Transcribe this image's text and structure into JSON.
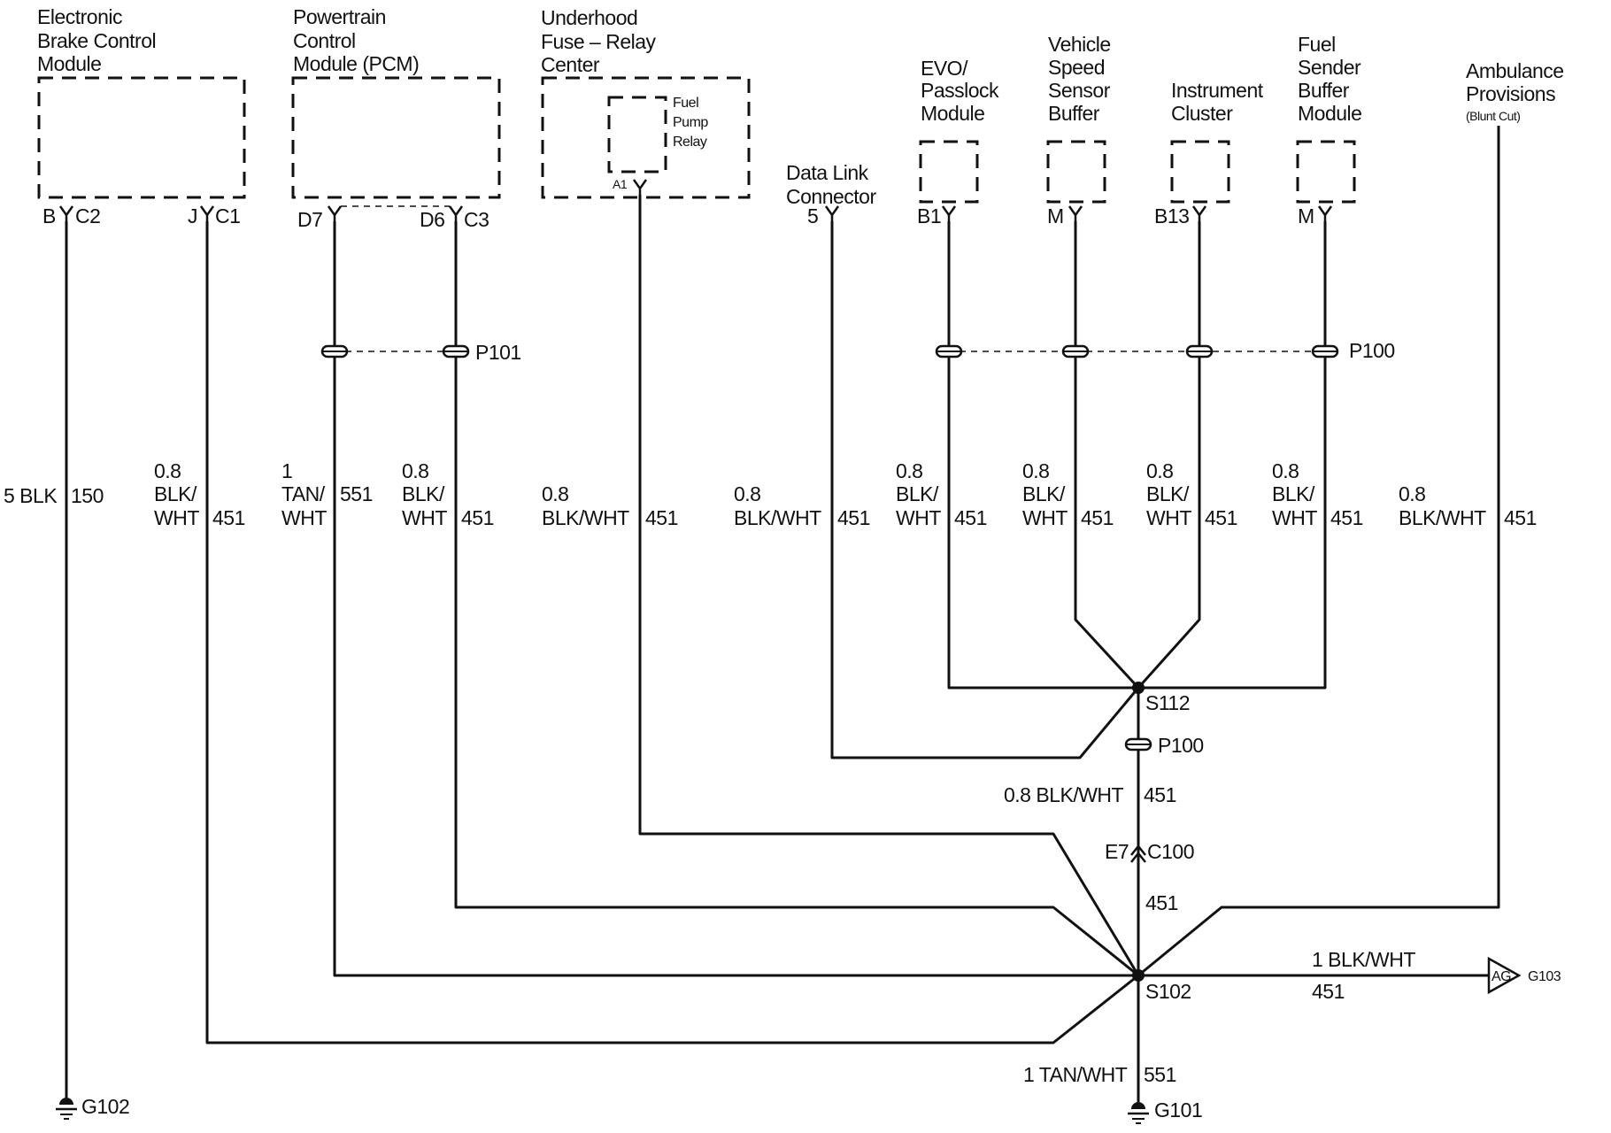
{
  "components": {
    "ebcm": [
      "Electronic",
      "Brake Control",
      "Module"
    ],
    "pcm": [
      "Powertrain",
      "Control",
      "Module (PCM)"
    ],
    "fuse_relay": [
      "Underhood",
      "Fuse – Relay",
      "Center"
    ],
    "fuel_pump_relay": [
      "Fuel",
      "Pump",
      "Relay"
    ],
    "dlc": [
      "Data Link",
      "Connector"
    ],
    "evo": [
      "EVO/",
      "Passlock",
      "Module"
    ],
    "vss_buffer": [
      "Vehicle",
      "Speed",
      "Sensor",
      "Buffer"
    ],
    "cluster": [
      "Instrument",
      "Cluster"
    ],
    "fuel_sender": [
      "Fuel",
      "Sender",
      "Buffer",
      "Module"
    ],
    "ambulance": [
      "Ambulance",
      "Provisions",
      "(Blunt Cut)"
    ]
  },
  "pins": {
    "ebcm_b": "B",
    "ebcm_c2": "C2",
    "ebcm_j": "J",
    "ebcm_c1": "C1",
    "pcm_d7": "D7",
    "pcm_d6": "D6",
    "pcm_c3": "C3",
    "relay_a1": "A1",
    "dlc_5": "5",
    "evo_b1": "B1",
    "vss_m": "M",
    "cluster_b13": "B13",
    "fuel_m": "M"
  },
  "wires": {
    "w150": [
      "5 BLK",
      "150"
    ],
    "ebcm_j": [
      "0.8",
      "BLK/",
      "WHT",
      "451"
    ],
    "pcm_d7": [
      "1",
      "TAN/",
      "WHT",
      "551"
    ],
    "pcm_d6": [
      "0.8",
      "BLK/",
      "WHT",
      "451"
    ],
    "relay": [
      "0.8",
      "BLK/WHT",
      "451"
    ],
    "dlc": [
      "0.8",
      "BLK/WHT",
      "451"
    ],
    "evo": [
      "0.8",
      "BLK/",
      "WHT",
      "451"
    ],
    "vss": [
      "0.8",
      "BLK/",
      "WHT",
      "451"
    ],
    "cluster": [
      "0.8",
      "BLK/",
      "WHT",
      "451"
    ],
    "fuel": [
      "0.8",
      "BLK/",
      "WHT",
      "451"
    ],
    "ambulance": [
      "0.8",
      "BLK/WHT",
      "451"
    ],
    "trunk": [
      "0.8 BLK/WHT",
      "451"
    ],
    "c100_below": "451",
    "g103_wire": [
      "1 BLK/WHT",
      "451"
    ],
    "g101_wire": [
      "1 TAN/WHT",
      "551"
    ]
  },
  "connectors": {
    "p101": "P101",
    "p100_top": "P100",
    "p100_mid": "P100",
    "c100": "C100",
    "c100_pin": "E7"
  },
  "splices": {
    "s112": "S112",
    "s102": "S102"
  },
  "grounds": {
    "g101": "G101",
    "g102": "G102",
    "g103": "G103",
    "g103_tag": "AG"
  },
  "icons": [
    "ground-symbol-icon",
    "splice-dot-icon",
    "inline-connector-icon",
    "arrow-connector-icon"
  ]
}
